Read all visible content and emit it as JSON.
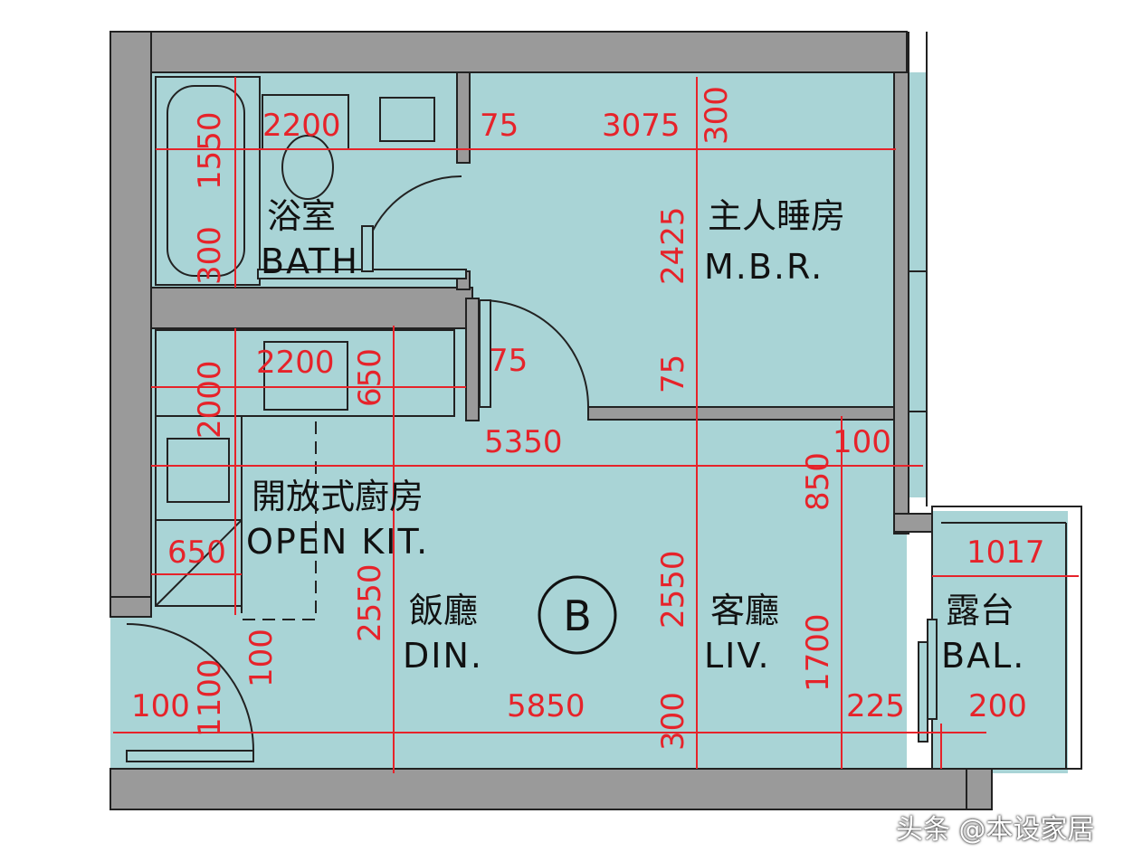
{
  "unit_label": "B",
  "rooms": {
    "bath": {
      "zh": "浴室",
      "en": "BATH"
    },
    "mbr": {
      "zh": "主人睡房",
      "en": "M.B.R."
    },
    "kit": {
      "zh": "開放式廚房",
      "en": "OPEN KIT."
    },
    "din": {
      "zh": "飯廳",
      "en": "DIN."
    },
    "liv": {
      "zh": "客廳",
      "en": "LIV."
    },
    "bal": {
      "zh": "露台",
      "en": "BAL."
    }
  },
  "dimensions": {
    "d2200_top": "2200",
    "d75_top": "75",
    "d3075": "3075",
    "d300_top": "300",
    "d1550": "1550",
    "d300_bath": "300",
    "d2425": "2425",
    "d2200_mid": "2200",
    "d650_mid": "650",
    "d75_mid": "75",
    "d75_mbr": "75",
    "d2000": "2000",
    "d5350": "5350",
    "d100_right": "100",
    "d850": "850",
    "d1017": "1017",
    "d650_kit": "650",
    "d2550_left": "2550",
    "d2550_right": "2550",
    "d1700": "1700",
    "d100_entry": "100",
    "d1100": "1100",
    "d100_left": "100",
    "d5850": "5850",
    "d300_bottom": "300",
    "d225": "225",
    "d200": "200"
  },
  "colors": {
    "floor": "#a9d4d6",
    "wall": "#9a9a9a",
    "line": "#222222",
    "dim": "#e6232a"
  },
  "watermark": "头条 @本设家居"
}
